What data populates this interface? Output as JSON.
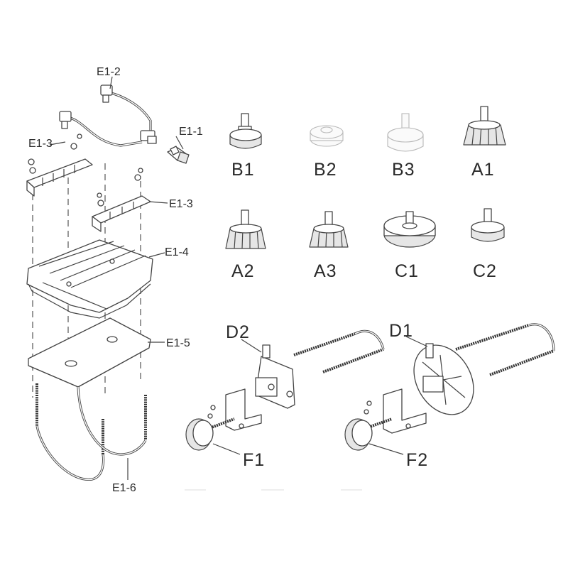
{
  "labels": {
    "e1_1": "E1-1",
    "e1_2": "E1-2",
    "e1_3_top": "E1-3",
    "e1_3_mid": "E1-3",
    "e1_4": "E1-4",
    "e1_5": "E1-5",
    "e1_6": "E1-6",
    "b1": "B1",
    "b2": "B2",
    "b3": "B3",
    "a1": "A1",
    "a2": "A2",
    "a3": "A3",
    "c1": "C1",
    "c2": "C2",
    "d1": "D1",
    "d2": "D2",
    "f1": "F1",
    "f2": "F2"
  },
  "colors": {
    "line": "#444444",
    "text": "#2a2a2a",
    "faint": "#b8b8b8"
  }
}
